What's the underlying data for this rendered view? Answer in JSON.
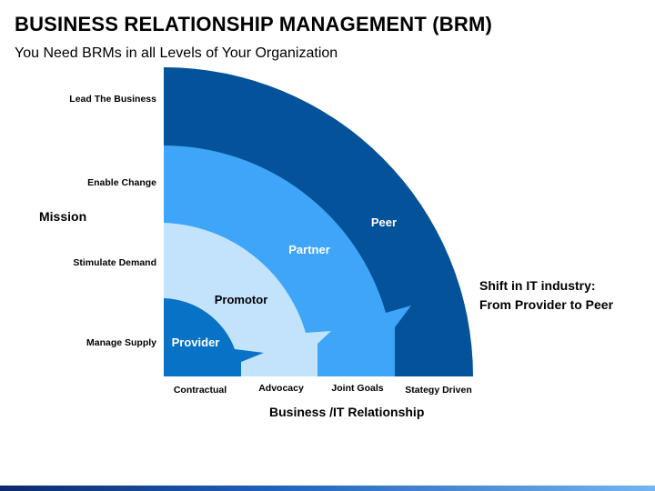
{
  "header": {
    "title": "BUSINESS RELATIONSHIP MANAGEMENT (BRM)",
    "subtitle": "You Need BRMs in all Levels of Your Organization"
  },
  "y_axis": {
    "title": "Mission",
    "levels": [
      "Lead The Business",
      "Enable Change",
      "Stimulate Demand",
      "Manage Supply"
    ]
  },
  "x_axis": {
    "title": "Business /IT Relationship",
    "levels": [
      "Contractual",
      "Advocacy",
      "Joint Goals",
      "Stategy Driven"
    ]
  },
  "rings": [
    {
      "label": "Peer",
      "color": "#03529a",
      "text_color": "#ffffff"
    },
    {
      "label": "Partner",
      "color": "#3ea5f8",
      "text_color": "#ffffff"
    },
    {
      "label": "Promotor",
      "color": "#c3e3fd",
      "text_color": "#000000"
    },
    {
      "label": "Provider",
      "color": "#0872c6",
      "text_color": "#ffffff"
    }
  ],
  "side_note": {
    "line1": "Shift in IT industry:",
    "line2": "From Provider to Peer"
  }
}
